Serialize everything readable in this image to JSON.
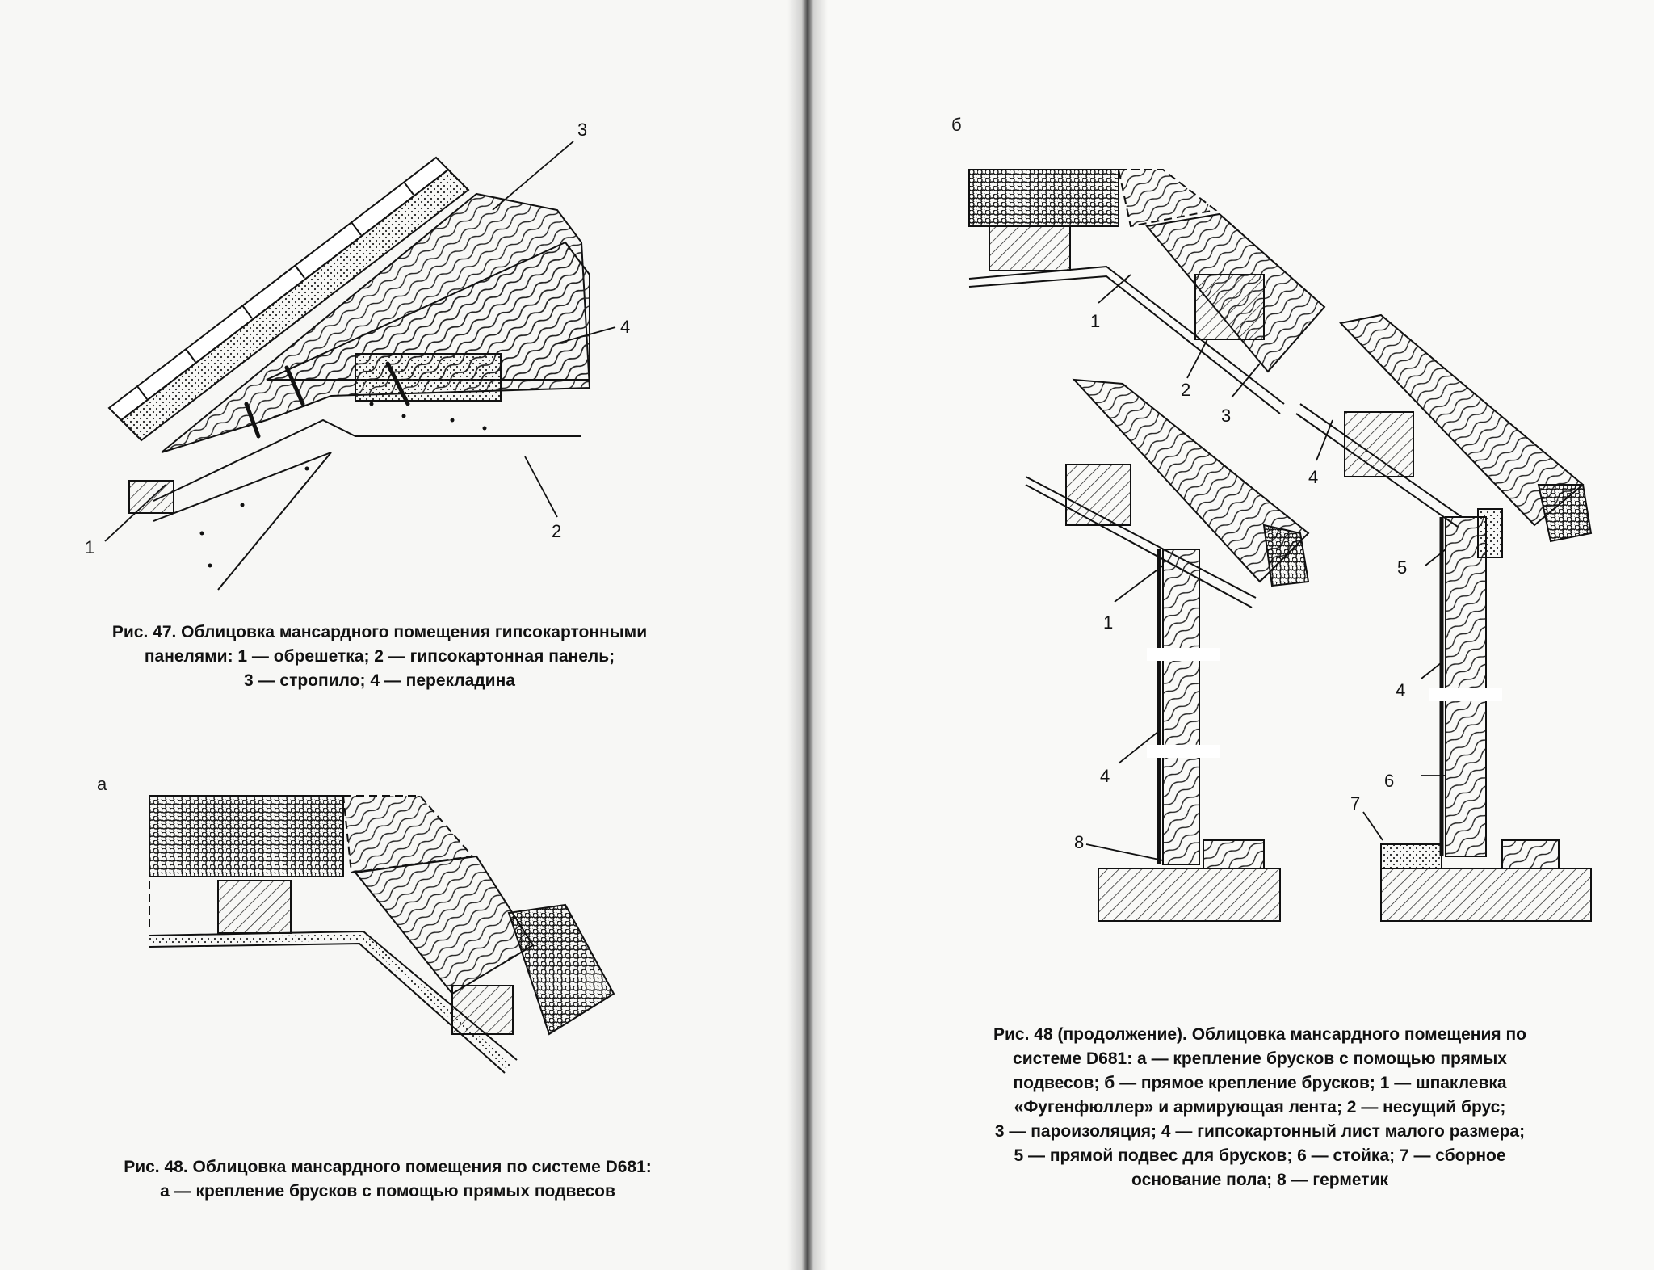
{
  "left_page": {
    "fig47": {
      "labels": [
        "1",
        "2",
        "3",
        "4"
      ],
      "caption_lines": [
        "Рис. 47. Облицовка мансардного помещения гипсокартонными",
        "панелями: 1 — обрешетка; 2 — гипсокартонная панель;",
        "3 — стропило; 4 — перекладина"
      ]
    },
    "fig48a": {
      "sub_label": "а",
      "caption_lines": [
        "Рис. 48. Облицовка мансардного помещения по системе D681:",
        "а — крепление брусков с помощью прямых подвесов"
      ]
    }
  },
  "right_page": {
    "fig48b": {
      "sub_label": "б",
      "labels_top": [
        "1",
        "2",
        "3",
        "4"
      ],
      "labels_left": [
        "1",
        "4",
        "8"
      ],
      "labels_right": [
        "5",
        "4",
        "6",
        "7"
      ],
      "caption_lines": [
        "Рис. 48 (продолжение). Облицовка мансардного помещения по",
        "системе D681: а — крепление брусков с помощью прямых",
        "подвесов; б — прямое крепление брусков; 1 — шпаклевка",
        "«Фугенфюллер» и армирующая лента; 2 — несущий брус;",
        "3 — пароизоляция; 4 — гипсокартонный лист малого размера;",
        "5 — прямой подвес для брусков; 6 — стойка; 7 — сборное",
        "основание пола; 8 — герметик"
      ]
    }
  }
}
